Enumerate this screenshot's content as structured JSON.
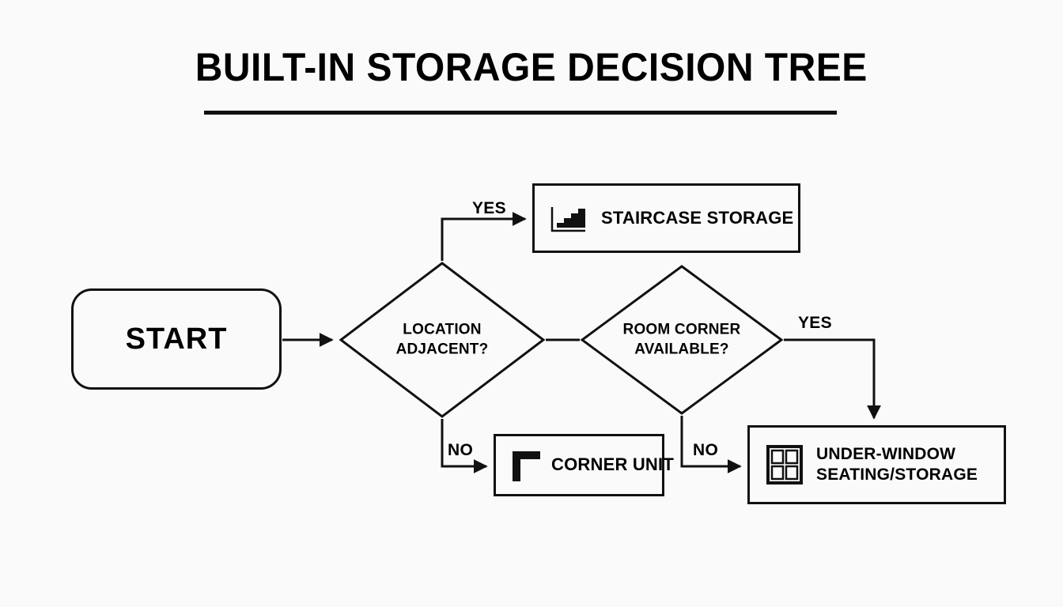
{
  "header": {
    "title": "BUILT-IN STORAGE DECISION TREE"
  },
  "diagram": {
    "type": "flowchart",
    "nodes": [
      {
        "id": "start",
        "shape": "rounded-rectangle",
        "label": "START"
      },
      {
        "id": "location-adjacent",
        "shape": "diamond",
        "label_line1": "LOCATION",
        "label_line2": "ADJACENT?"
      },
      {
        "id": "room-corner-available",
        "shape": "diamond",
        "label_line1": "ROOM CORNER",
        "label_line2": "AVAILABLE?"
      },
      {
        "id": "staircase-storage",
        "shape": "rectangle",
        "icon": "staircase-icon",
        "label": "STAIRCASE STORAGE"
      },
      {
        "id": "corner-unit",
        "shape": "rectangle",
        "icon": "corner-bracket-icon",
        "label": "CORNER UNIT"
      },
      {
        "id": "under-window-seating",
        "shape": "rectangle",
        "icon": "window-icon",
        "label_line1": "UNDER-WINDOW",
        "label_line2": "SEATING/STORAGE"
      }
    ],
    "edges": [
      {
        "id": "start-to-location",
        "from": "start",
        "to": "location-adjacent",
        "label": ""
      },
      {
        "id": "location-yes",
        "from": "location-adjacent",
        "to": "staircase-storage",
        "label": "YES"
      },
      {
        "id": "location-no",
        "from": "location-adjacent",
        "to": "corner-unit",
        "label": "NO"
      },
      {
        "id": "location-to-corner",
        "from": "location-adjacent",
        "to": "room-corner-available",
        "label": ""
      },
      {
        "id": "corner-yes",
        "from": "room-corner-available",
        "to": "under-window-seating",
        "label": "YES"
      },
      {
        "id": "corner-no",
        "from": "room-corner-available",
        "to": "under-window-seating",
        "label": "NO"
      }
    ],
    "colors": {
      "background": "#fafafa",
      "stroke": "#111111",
      "text": "#000000"
    }
  }
}
